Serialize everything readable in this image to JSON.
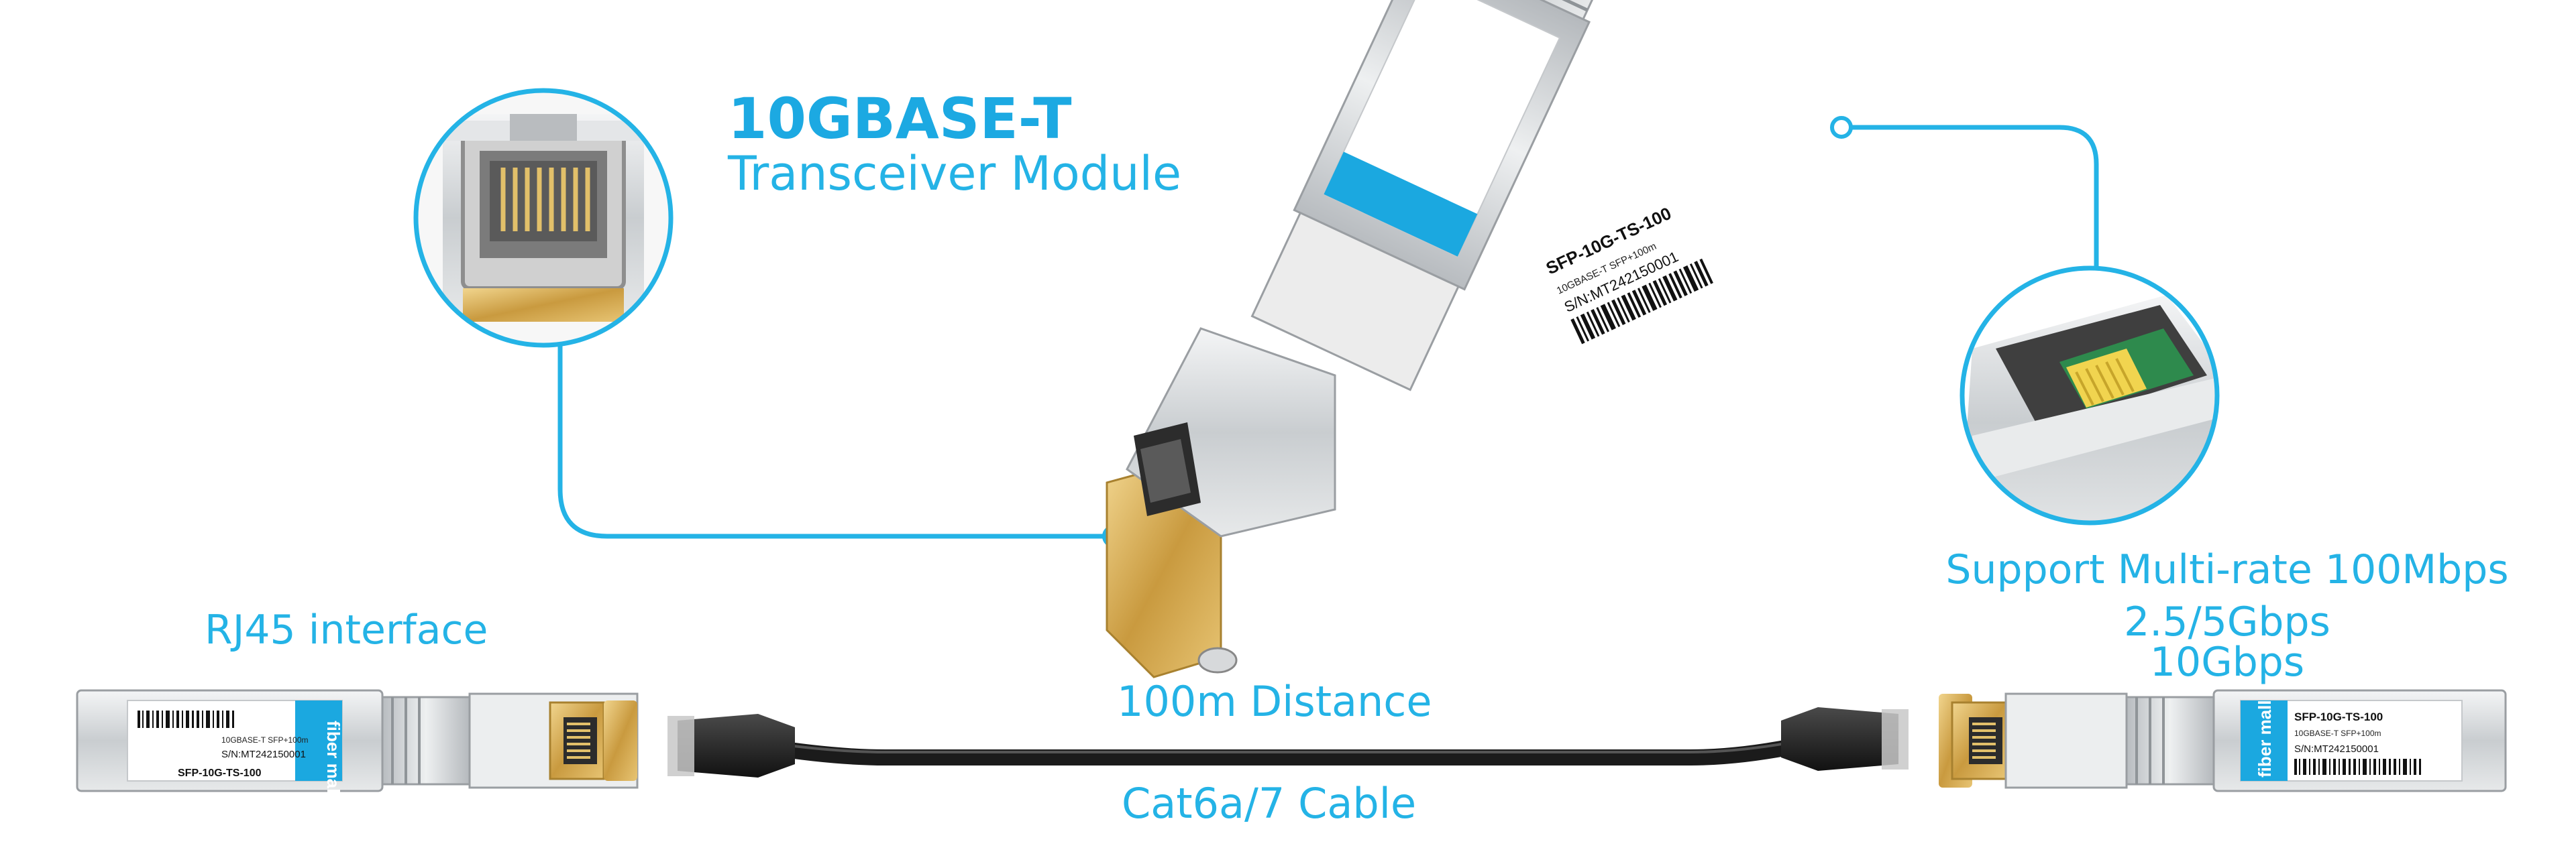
{
  "heading": {
    "title": "10GBASE-T",
    "subtitle": "Transceiver Module"
  },
  "labels": {
    "rj45": "RJ45 interface",
    "distance": "100m Distance",
    "cable": "Cat6a/7 Cable",
    "rates": [
      "Support Multi-rate 100Mbps",
      "2.5/5Gbps",
      "10Gbps"
    ]
  },
  "module_label": {
    "brand": "fiber mall",
    "part": "SFP-10G-TS-100",
    "desc": "10GBASE-T SFP+100m",
    "serial": "S/N:MT242150001"
  },
  "colors": {
    "accent": "#24b3e6",
    "brand_tag": "#1ba8e0",
    "gold": "#d9b25a",
    "metal": "#cfd3d6",
    "cable": "#1b1b1b"
  }
}
